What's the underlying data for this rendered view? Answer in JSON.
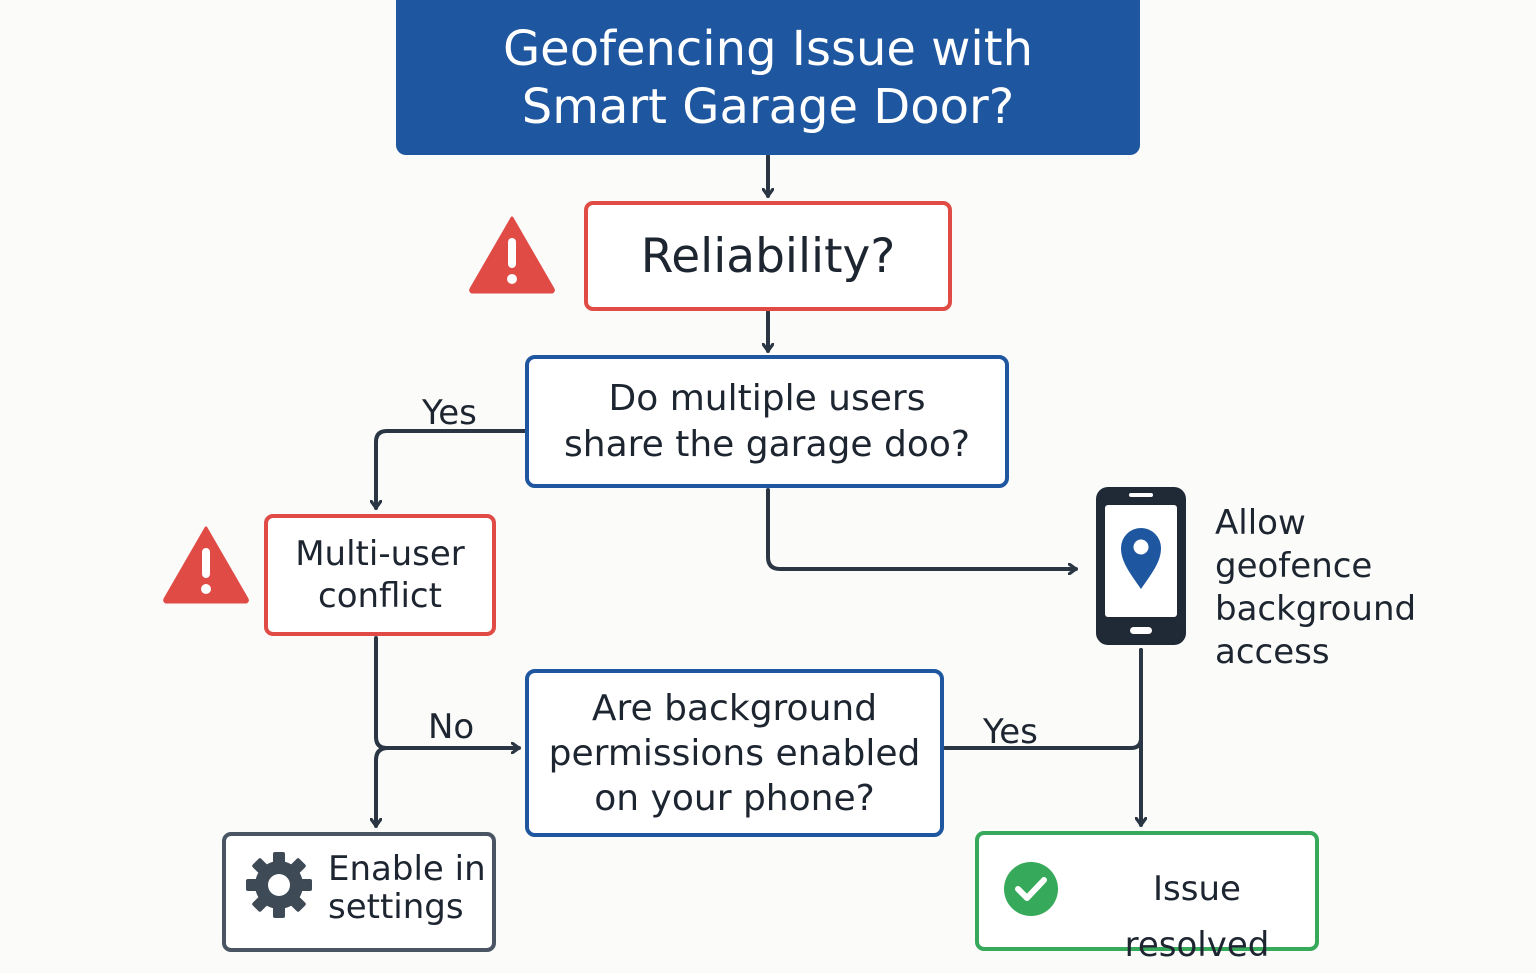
{
  "title": "Geofencing Issue with\nSmart Garage Door?",
  "nodes": {
    "reliability": "Reliability?",
    "multiple_users": "Do multiple users\nshare the garage doo?",
    "multi_user_conflict": "Multi-user\nconflict",
    "background_permissions": "Are background\npermissions enabled\non your phone?",
    "enable_settings": "Enable in\nsettings",
    "issue_resolved": "Issue resolved",
    "allow_geofence": "Allow\ngeofence\nbackground\naccess"
  },
  "edge_labels": {
    "yes_multiple_users": "Yes",
    "no_conflict": "No",
    "yes_permissions": "Yes"
  },
  "icons": {
    "reliability_warning": "warning-triangle-icon",
    "conflict_warning": "warning-triangle-icon",
    "phone": "smartphone-location-pin-icon",
    "settings": "gear-icon",
    "resolved": "check-circle-icon"
  },
  "colors": {
    "title_fill": "#1e56a0",
    "decision_border": "#1e56a0",
    "warning_border": "#e04b45",
    "success_border": "#36a95b",
    "neutral_border": "#4a5563",
    "connector": "#2b3644"
  }
}
